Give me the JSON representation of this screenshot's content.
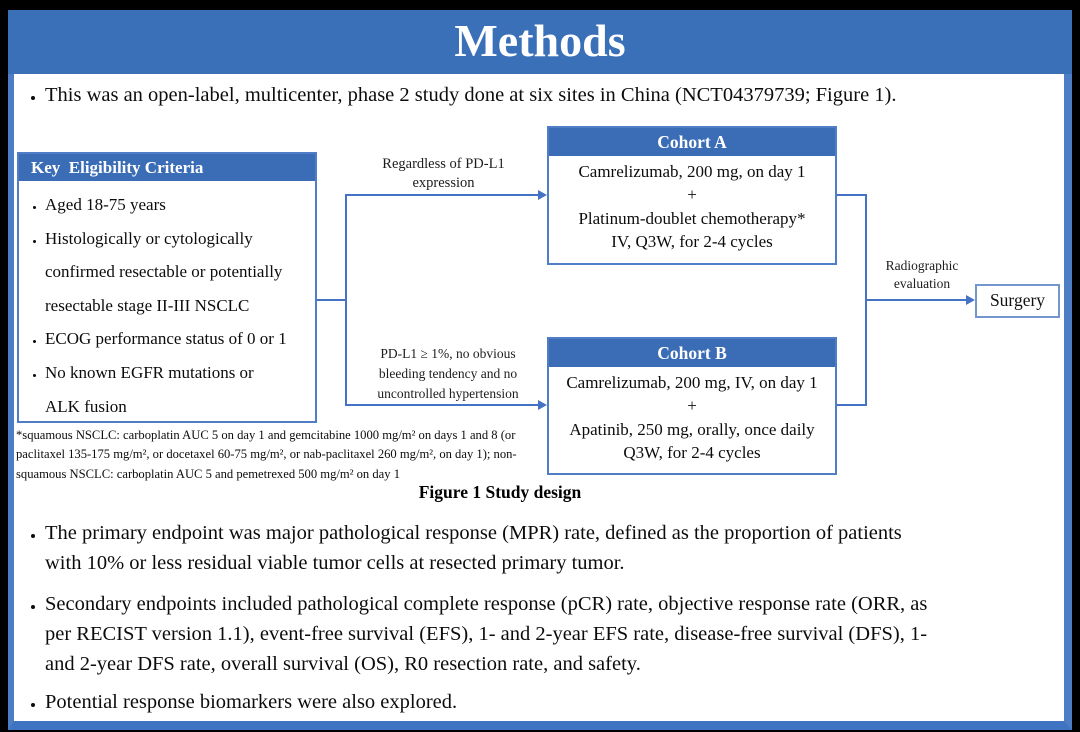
{
  "title": "Methods",
  "bullets": [
    [
      "This was an open-label, multicenter, phase 2 study done at six sites in China (NCT04379739; Figure 1)."
    ],
    [
      "The primary endpoint was major pathological response (MPR) rate, defined as the proportion of patients",
      "with 10% or less residual viable tumor cells at resected primary tumor."
    ],
    [
      "Secondary endpoints included pathological complete response (pCR) rate, objective response rate (ORR, as",
      "per RECIST version 1.1), event-free survival (EFS), 1- and 2-year EFS rate, disease-free survival (DFS), 1-",
      "and 2-year DFS rate, overall survival (OS), R0 resection rate, and safety."
    ],
    [
      "Potential response biomarkers were also explored."
    ]
  ],
  "figure": {
    "caption": "Figure 1 Study design",
    "eligibility": {
      "title": "Key  Eligibility Criteria",
      "items": [
        [
          "Aged 18-75 years"
        ],
        [
          "Histologically or cytologically",
          "confirmed resectable or potentially",
          "resectable stage II-III  NSCLC"
        ],
        [
          "ECOG performance status of 0 or 1"
        ],
        [
          "No known EGFR mutations or",
          "ALK fusion"
        ]
      ]
    },
    "cohort_a": {
      "title": "Cohort A",
      "lines": [
        "Camrelizumab, 200 mg, on day 1",
        "+",
        "Platinum-doublet chemotherapy*",
        "IV, Q3W, for 2-4 cycles"
      ]
    },
    "cohort_b": {
      "title": "Cohort B",
      "lines": [
        "Camrelizumab, 200 mg, IV, on day 1",
        "+",
        "Apatinib, 250 mg, orally, once daily",
        "Q3W, for 2-4 cycles"
      ]
    },
    "labels": {
      "top": [
        "Regardless  of PD-L1",
        "expression"
      ],
      "bottom": [
        "PD-L1 ≥ 1%, no obvious",
        "bleeding  tendency  and no",
        "uncontrolled  hypertension"
      ],
      "right": [
        "Radiographic",
        "evaluation"
      ]
    },
    "surgery": "Surgery",
    "footnote_lines": [
      "*squamous NSCLC: carboplatin AUC 5 on day 1 and gemcitabine 1000 mg/m² on days 1 and 8 (or",
      "paclitaxel 135-175 mg/m², or docetaxel 60-75 mg/m², or nab-paclitaxel 260 mg/m², on day 1); non-",
      "squamous NSCLC: carboplatin AUC 5 and pemetrexed 500 mg/m² on day 1"
    ]
  },
  "colors": {
    "header_blue": "#3a70b8",
    "box_header_blue": "#3b6db6",
    "frame_blue": "#4d7dc4",
    "line_blue": "#4472c4",
    "box_border_blue": "#4f7ec7",
    "surgery_border_blue": "#7396cf",
    "background": "#000000",
    "text": "#0c0c0c"
  }
}
